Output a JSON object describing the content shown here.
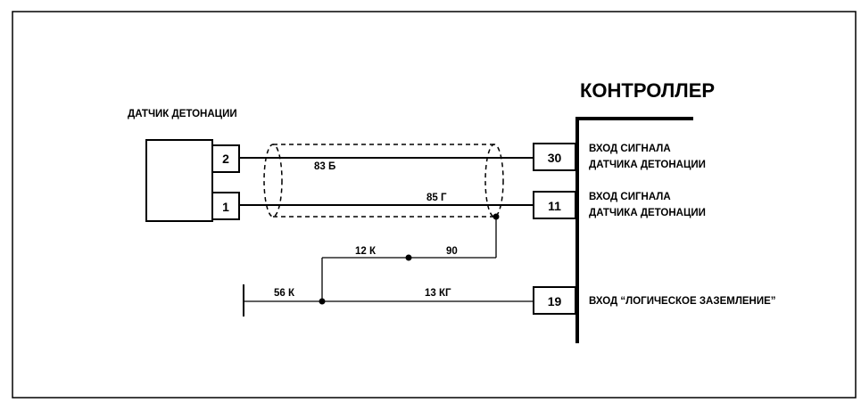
{
  "sensor": {
    "label": "ДАТЧИК ДЕТОНАЦИИ",
    "pins": [
      "2",
      "1"
    ]
  },
  "controller": {
    "title": "КОНТРОЛЛЕР",
    "pins": [
      "30",
      "11",
      "19"
    ],
    "inputs": {
      "pin30_line1": "ВХОД СИГНАЛА",
      "pin30_line2": "ДАТЧИКА ДЕТОНАЦИИ",
      "pin11_line1": "ВХОД СИГНАЛА",
      "pin11_line2": "ДАТЧИКА ДЕТОНАЦИИ",
      "pin19": "ВХОД “ЛОГИЧЕСКОЕ ЗАЗЕМЛЕНИЕ”"
    }
  },
  "wires": {
    "w83": "83 Б",
    "w85": "85 Г",
    "w12": "12 К",
    "w90": "90",
    "w56": "56 К",
    "w13": "13 КГ"
  }
}
